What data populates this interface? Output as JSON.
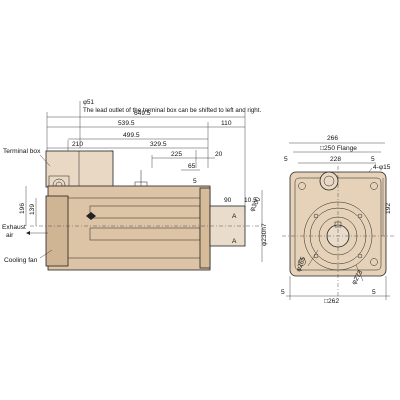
{
  "notes": {
    "bore_dim": "φ51",
    "lead_note": "The lead outlet of the terminal box can be shifted to left and right."
  },
  "labels": {
    "terminal_box": "Terminal box",
    "exhaust_air": "Exhaust\nair",
    "cooling_fan": "Cooling fan",
    "section_a": "A"
  },
  "side_view": {
    "overall_length": "649.5",
    "body_length": "539.5",
    "shaft_ext": "110",
    "dim_210": "210",
    "dim_499_5": "499.5",
    "dim_329_5": "329.5",
    "dim_225": "225",
    "dim_20": "20",
    "dim_65": "65",
    "dim_5": "5",
    "dim_90": "90",
    "dim_10_5": "10.5",
    "height_196": "196",
    "height_139": "139",
    "shaft_dia": "φ230h7",
    "dia_300": "φ300"
  },
  "end_view": {
    "width_266": "266",
    "flange": "□250 Flange",
    "dim_228": "228",
    "holes": "4-φ15",
    "height_192": "192",
    "dia_265": "φ265",
    "dia_273": "φ273",
    "base": "□262",
    "dim_5": "5"
  }
}
